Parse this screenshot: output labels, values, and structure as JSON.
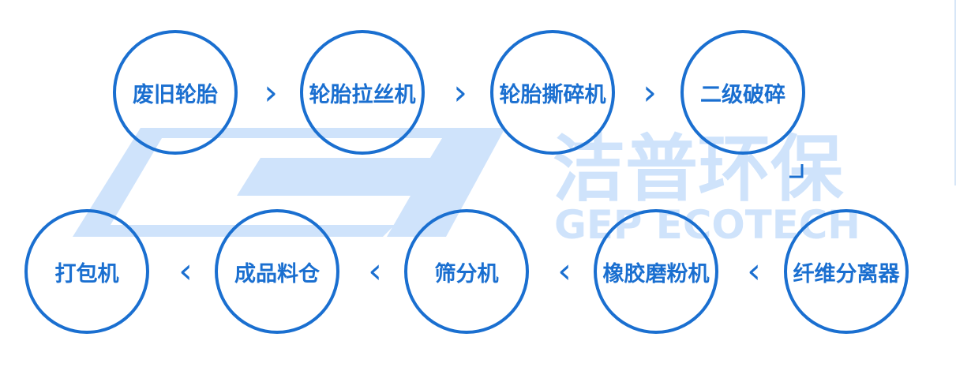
{
  "colors": {
    "accent": "#1a6fd0",
    "watermark": "#cfe3fb"
  },
  "watermark": {
    "brand_cn": "洁普环保",
    "brand_en": "GEP ECOTECH"
  },
  "flow": {
    "row1": [
      {
        "label": "废旧轮胎"
      },
      {
        "label": "轮胎拉丝机"
      },
      {
        "label": "轮胎撕碎机"
      },
      {
        "label": "二级破碎"
      }
    ],
    "row2": [
      {
        "label": "打包机"
      },
      {
        "label": "成品料仓"
      },
      {
        "label": "筛分机"
      },
      {
        "label": "橡胶磨粉机"
      },
      {
        "label": "纤维分离器"
      }
    ],
    "arrows": {
      "right": "›",
      "left": "‹"
    }
  }
}
